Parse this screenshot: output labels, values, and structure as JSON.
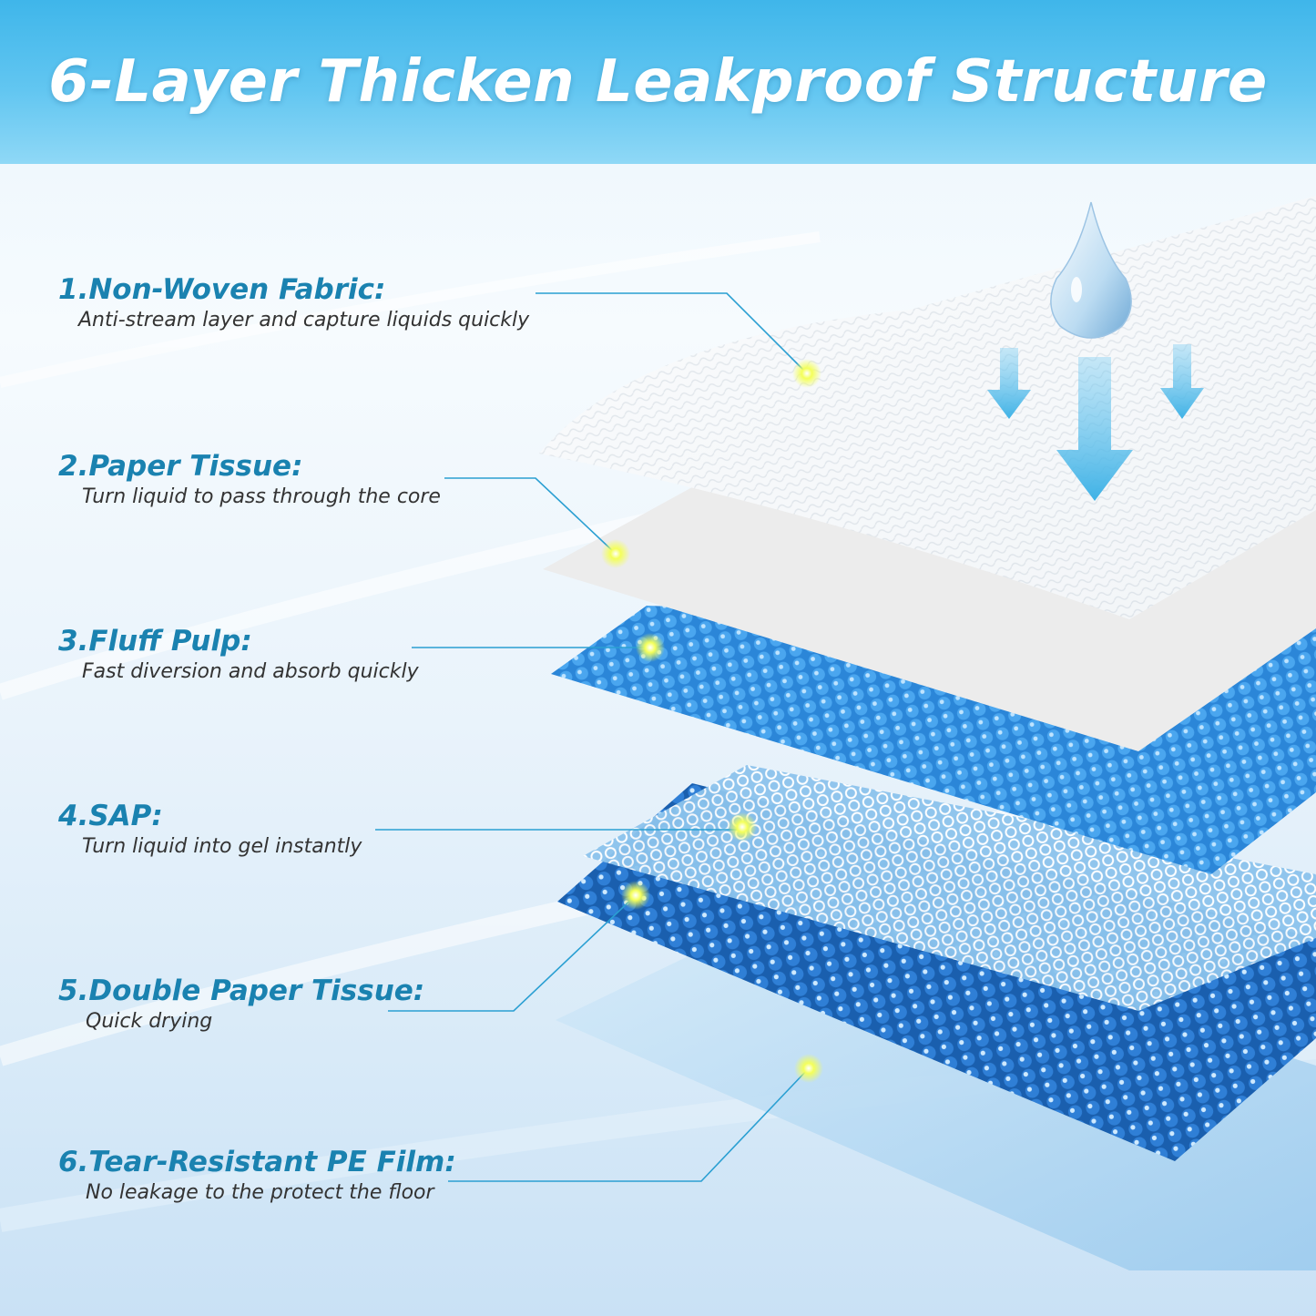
{
  "title": "6-Layer Thicken Leakproof Structure",
  "colors": {
    "banner": "#4cbcee",
    "title_text": "#ffffff",
    "label_title": "#1a82b0",
    "label_desc": "#333333",
    "leader_line": "#2a9fd2",
    "hotspot": "#f4ff5a",
    "arrow": "#3fb2e6"
  },
  "layers": [
    {
      "title": "1.Non-Woven Fabric:",
      "desc": "Anti-stream layer and capture liquids quickly"
    },
    {
      "title": "2.Paper Tissue:",
      "desc": "Turn liquid to pass through the core"
    },
    {
      "title": "3.Fluff Pulp:",
      "desc": "Fast diversion and absorb quickly"
    },
    {
      "title": "4.SAP:",
      "desc": "Turn liquid into gel instantly"
    },
    {
      "title": "5.Double Paper Tissue:",
      "desc": "Quick drying"
    },
    {
      "title": "6.Tear-Resistant PE Film:",
      "desc": "No leakage to the protect the floor"
    }
  ],
  "icons": [
    "water-drop-icon",
    "down-arrow-icon"
  ]
}
